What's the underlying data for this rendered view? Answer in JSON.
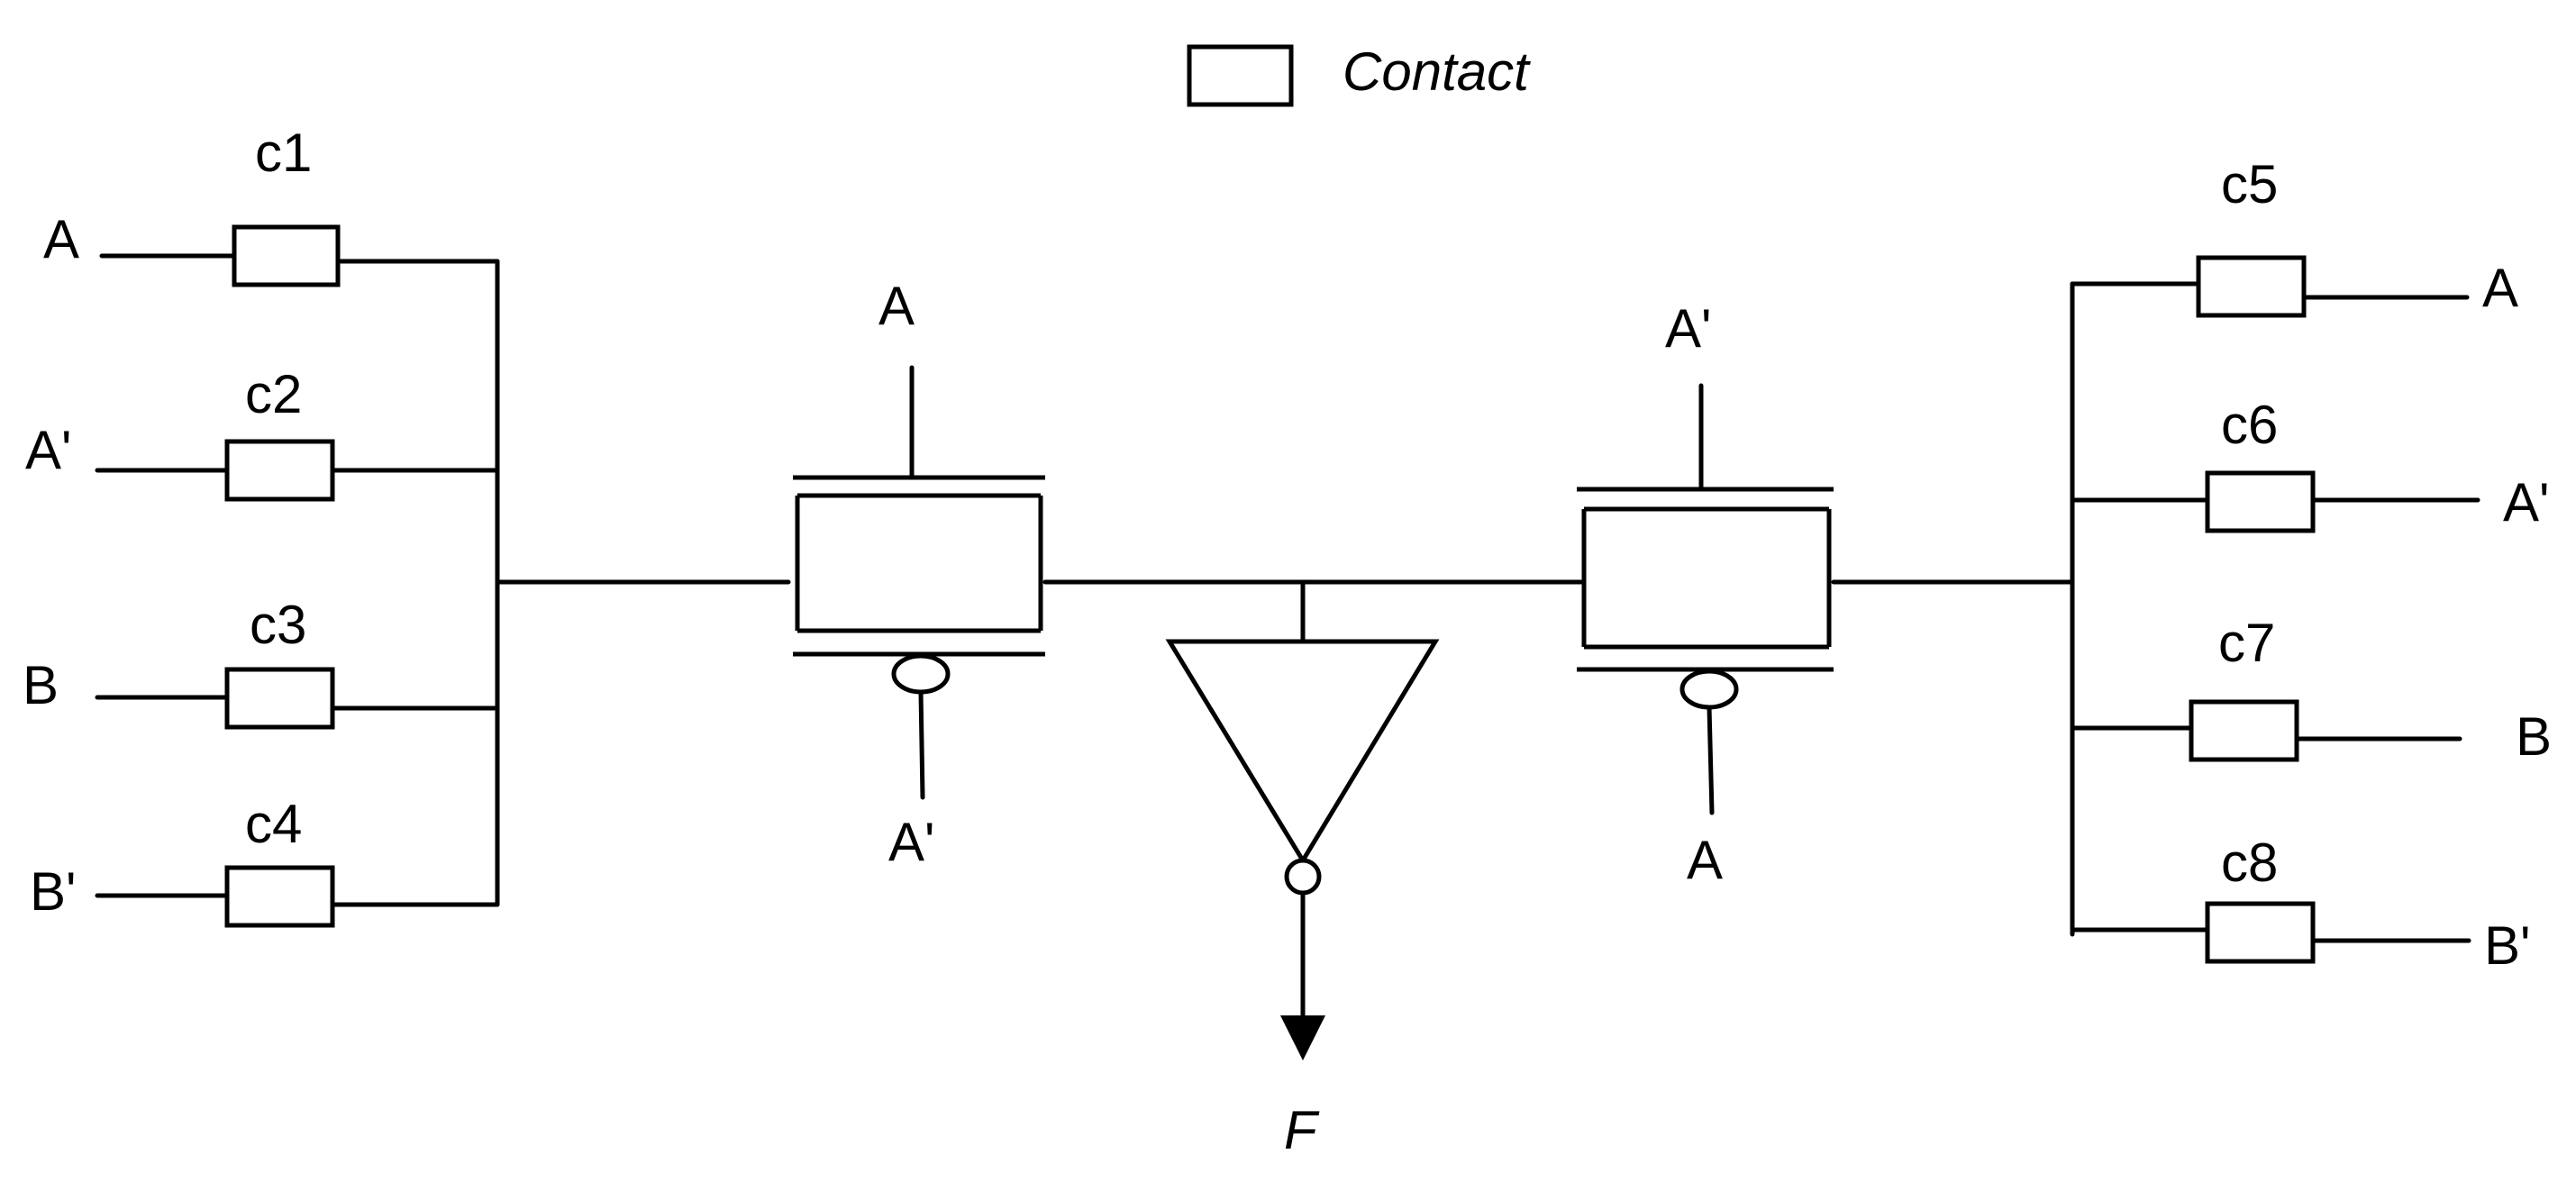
{
  "legend": {
    "label": "Contact"
  },
  "left_contacts": [
    {
      "name": "c1",
      "input": "A"
    },
    {
      "name": "c2",
      "input": "A'"
    },
    {
      "name": "c3",
      "input": "B"
    },
    {
      "name": "c4",
      "input": "B'"
    }
  ],
  "right_contacts": [
    {
      "name": "c5",
      "input": "A"
    },
    {
      "name": "c6",
      "input": "A'"
    },
    {
      "name": "c7",
      "input": "B"
    },
    {
      "name": "c8",
      "input": "B'"
    }
  ],
  "left_gate": {
    "top": "A",
    "bottom": "A'"
  },
  "right_gate": {
    "top": "A'",
    "bottom": "A"
  },
  "output": {
    "label": "F"
  },
  "colors": {
    "stroke": "#000000",
    "background": "#ffffff"
  }
}
